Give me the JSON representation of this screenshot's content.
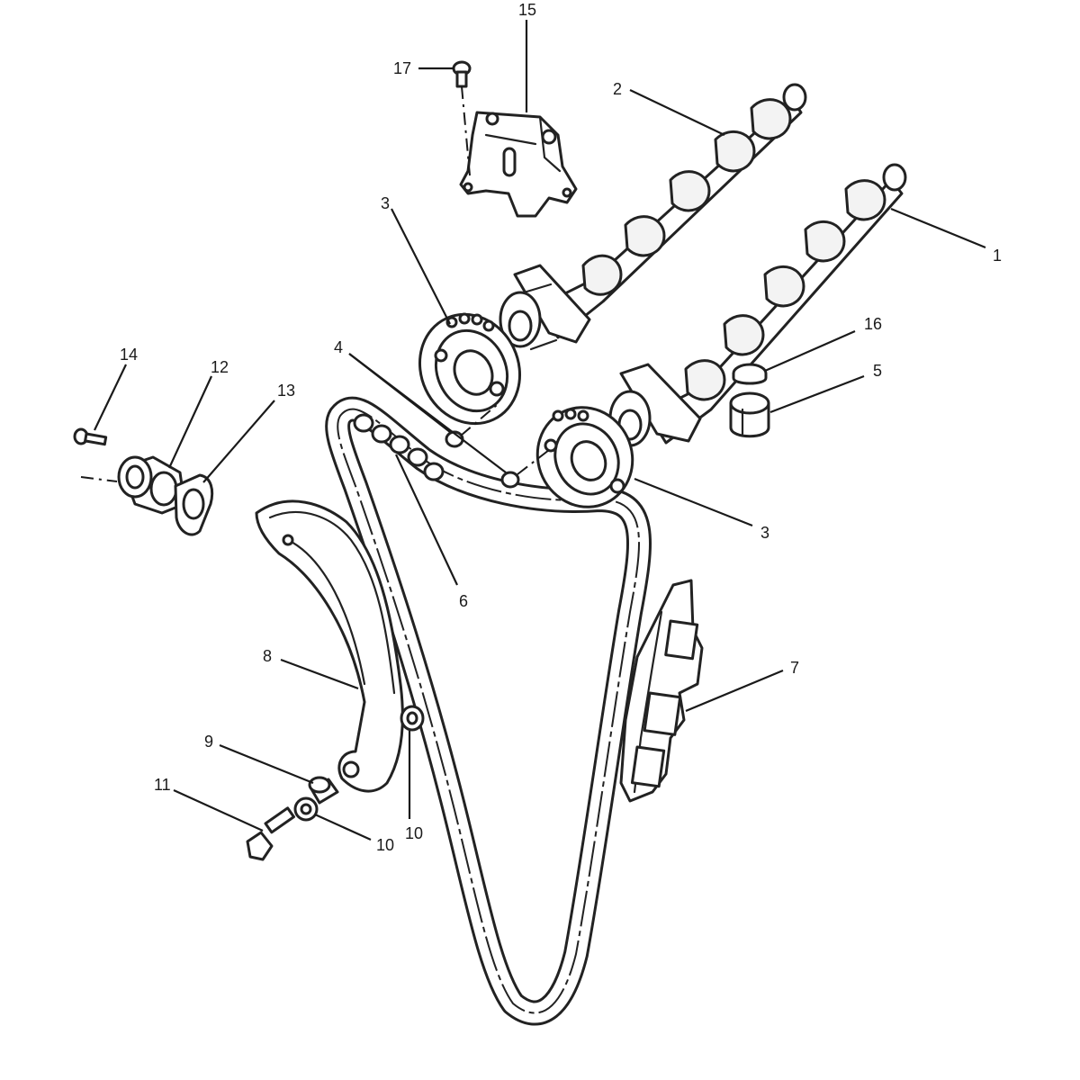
{
  "diagram": {
    "callouts": [
      {
        "id": "c15",
        "label": "15"
      },
      {
        "id": "c17",
        "label": "17"
      },
      {
        "id": "c2",
        "label": "2"
      },
      {
        "id": "c1",
        "label": "1"
      },
      {
        "id": "c3a",
        "label": "3"
      },
      {
        "id": "c3b",
        "label": "3"
      },
      {
        "id": "c4",
        "label": "4"
      },
      {
        "id": "c16",
        "label": "16"
      },
      {
        "id": "c5",
        "label": "5"
      },
      {
        "id": "c14",
        "label": "14"
      },
      {
        "id": "c12",
        "label": "12"
      },
      {
        "id": "c13",
        "label": "13"
      },
      {
        "id": "c6",
        "label": "6"
      },
      {
        "id": "c8",
        "label": "8"
      },
      {
        "id": "c7",
        "label": "7"
      },
      {
        "id": "c9",
        "label": "9"
      },
      {
        "id": "c11",
        "label": "11"
      },
      {
        "id": "c10a",
        "label": "10"
      },
      {
        "id": "c10b",
        "label": "10"
      }
    ]
  }
}
